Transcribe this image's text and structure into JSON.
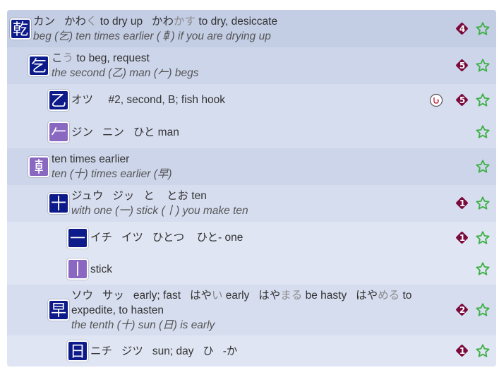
{
  "rows": [
    {
      "kanji": "乾",
      "readings": [
        {
          "t": "カン",
          "g": false
        },
        {
          "t": "   ",
          "g": false
        },
        {
          "t": "かわ",
          "g": false
        },
        {
          "t": "く",
          "g": true
        },
        {
          "t": " to dry up   ",
          "g": false
        },
        {
          "t": "かわ",
          "g": false
        },
        {
          "t": "かす",
          "g": true
        },
        {
          "t": " to dry, desiccate",
          "g": false
        }
      ],
      "mnemonic": "beg (乞) ten times earlier (𠦝) if you are drying up",
      "level": "4",
      "has_hook": false
    },
    {
      "kanji": "乞",
      "readings": [
        {
          "t": "こ",
          "g": false
        },
        {
          "t": "う",
          "g": true
        },
        {
          "t": " to beg, request",
          "g": false
        }
      ],
      "mnemonic": "the second (乙) man (𠂉) begs",
      "level": "5",
      "has_hook": false
    },
    {
      "kanji": "乙",
      "readings": [
        {
          "t": "オツ     #2, second, B; fish hook",
          "g": false
        }
      ],
      "mnemonic": "",
      "level": "5",
      "has_hook": true
    },
    {
      "kanji": "𠂉",
      "readings": [
        {
          "t": "ジン   ニン   ひと man",
          "g": false
        }
      ],
      "mnemonic": "",
      "level": "",
      "has_hook": false
    },
    {
      "kanji": "𠦝",
      "readings": [
        {
          "t": "ten times earlier",
          "g": false
        }
      ],
      "mnemonic": "ten (十) times earlier (早)",
      "level": "",
      "has_hook": false
    },
    {
      "kanji": "十",
      "readings": [
        {
          "t": "ジュウ   ジッ   と    とお ten",
          "g": false
        }
      ],
      "mnemonic": "with one (一) stick (丨) you make ten",
      "level": "1",
      "has_hook": false
    },
    {
      "kanji": "一",
      "readings": [
        {
          "t": "イチ   イツ   ひとつ    ひと- one",
          "g": false
        }
      ],
      "mnemonic": "",
      "level": "1",
      "has_hook": false
    },
    {
      "kanji": "丨",
      "readings": [
        {
          "t": "stick",
          "g": false
        }
      ],
      "mnemonic": "",
      "level": "",
      "has_hook": false
    },
    {
      "kanji": "早",
      "readings": [
        {
          "t": "ソウ   サッ   early; fast   はや",
          "g": false
        },
        {
          "t": "い",
          "g": true
        },
        {
          "t": " early   はや",
          "g": false
        },
        {
          "t": "まる",
          "g": true
        },
        {
          "t": " be hasty   はや",
          "g": false
        },
        {
          "t": "める",
          "g": true
        },
        {
          "t": " to expedite, to hasten",
          "g": false
        }
      ],
      "mnemonic": "the tenth (十) sun (日) is early",
      "level": "2",
      "has_hook": false
    },
    {
      "kanji": "日",
      "readings": [
        {
          "t": "ニチ   ジツ   sun; day   ひ   -か",
          "g": false
        }
      ],
      "mnemonic": "",
      "level": "1",
      "has_hook": false
    }
  ],
  "colors": {
    "kanji_dark": "#0d1a8a",
    "kanji_light": "#8a68c2",
    "level_badge": "#7a0a3c",
    "star_outline": "#3cb043"
  },
  "icons": {
    "level": "level-diamond-icon",
    "favorite": "star-outline-icon",
    "hook": "fish-hook-icon"
  }
}
